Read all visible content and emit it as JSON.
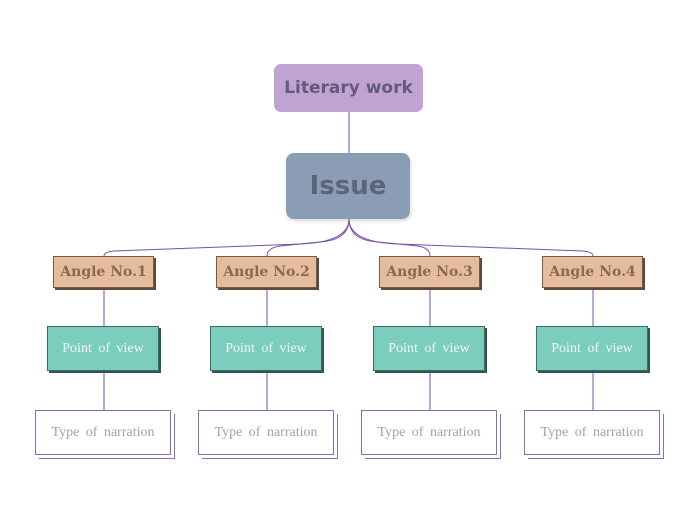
{
  "diagram": {
    "root": {
      "label": "Literary work"
    },
    "issue": {
      "label": "Issue"
    },
    "angles": [
      {
        "label": "Angle No.1",
        "point_of_view": "Point of view",
        "narration": "Type of narration"
      },
      {
        "label": "Angle No.2",
        "point_of_view": "Point of view",
        "narration": "Type of narration"
      },
      {
        "label": "Angle No.3",
        "point_of_view": "Point of view",
        "narration": "Type of narration"
      },
      {
        "label": "Angle No.4",
        "point_of_view": "Point of view",
        "narration": "Type of narration"
      }
    ]
  },
  "colors": {
    "root_fill": "#c0a3d2",
    "issue_fill": "#8a9db5",
    "angle_fill": "#e5bd9c",
    "pov_fill": "#7bcdbe",
    "narration_border": "#8f6bb0",
    "connector": "#7b4fa6"
  }
}
